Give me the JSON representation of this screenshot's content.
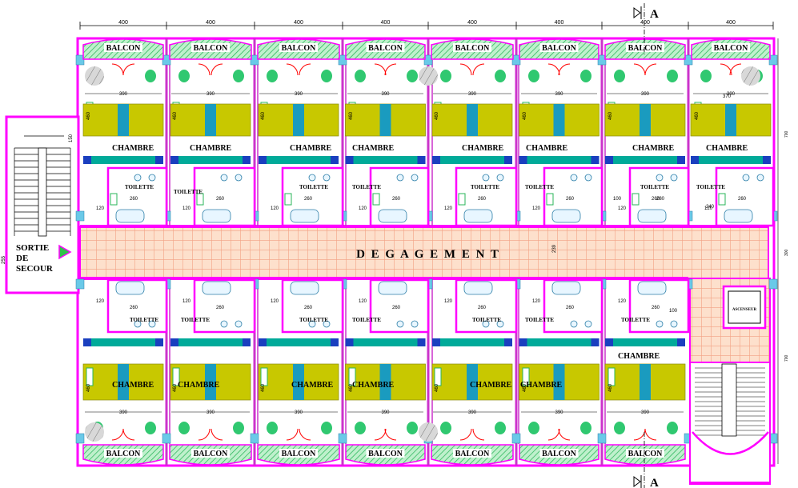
{
  "dims_top": [
    "400",
    "400",
    "400",
    "400",
    "400",
    "400",
    "400",
    "400"
  ],
  "section": {
    "letter": "A"
  },
  "labels": {
    "balcon": "BALCON",
    "chambre": "CHAMBRE",
    "toilette": "TOILETTE",
    "degagement": "D E G A G E M E N T",
    "sortie": [
      "SORTIE",
      "DE",
      "SECOUR"
    ],
    "ascenseur": "ASCENSEUR"
  },
  "inner_dims": {
    "d390": "390",
    "d370": "370",
    "d460": "460",
    "d260": "260",
    "d120": "120",
    "d240": "240",
    "d100": "100",
    "d280": "280",
    "d150": "150",
    "d255": "255",
    "d239": "239",
    "d700": "700",
    "d300": "300"
  },
  "colors": {
    "wall": "#ff00ff",
    "partition": "#cc33cc",
    "corridor_fill": "#fde0cc",
    "corridor_grid": "#f3a083",
    "bed": "#c8c800",
    "pillow": "#1a9bbf",
    "balcony_fill": "#33cc66",
    "column": "#6ac9e8",
    "door": "#ff0000",
    "plant": "#30c870",
    "counter": "#00aa99",
    "wardrobe": "#1a3fbf"
  }
}
